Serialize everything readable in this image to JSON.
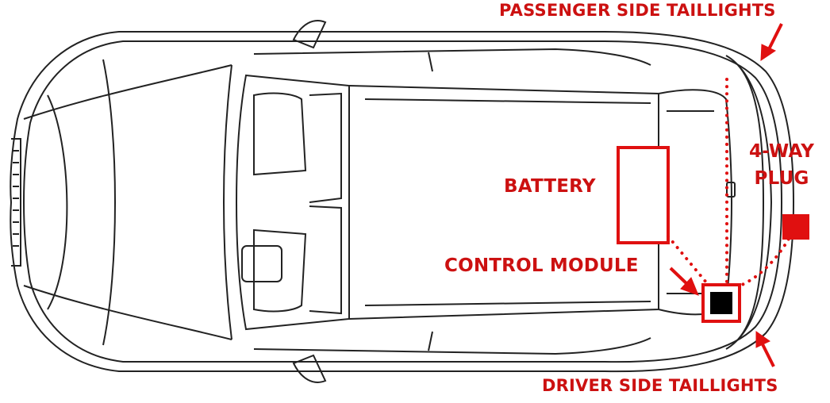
{
  "labels": {
    "passenger_taillights": "PASSENGER SIDE TAILLIGHTS",
    "battery": "BATTERY",
    "four_way_plug_line1": "4-WAY",
    "four_way_plug_line2": "PLUG",
    "control_module": "CONTROL MODULE",
    "driver_taillights": "DRIVER SIDE TAILLIGHTS"
  },
  "colors": {
    "accent": "#cc1111",
    "outline": "#222222",
    "module": "#000000"
  }
}
